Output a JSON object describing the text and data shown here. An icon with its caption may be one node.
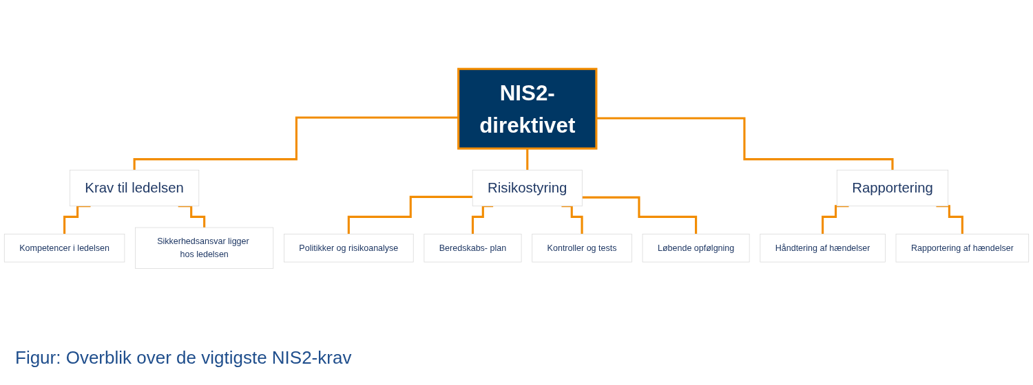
{
  "diagram": {
    "nodes": [
      {
        "text": [
          "NIS2-direktivet"
        ]
      },
      {
        "text": [
          "Krav til ledelsen"
        ]
      },
      {
        "text": [
          "Risikostyring"
        ]
      },
      {
        "text": [
          "Rapportering"
        ]
      },
      {
        "text": [
          "Kompetencer i ledelsen"
        ]
      },
      {
        "text": [
          "Sikkerhedsansvar ligger hos ledelsen"
        ]
      },
      {
        "text": [
          "Politikker og risikoanalyse"
        ]
      },
      {
        "text": [
          "Beredskabs- plan"
        ]
      },
      {
        "text": [
          "Kontroller og tests"
        ]
      },
      {
        "text": [
          "Løbende opfølgning"
        ]
      },
      {
        "text": [
          "Håndtering af hændelser"
        ]
      },
      {
        "text": [
          "Rapportering af hændelser"
        ]
      }
    ],
    "edges": [
      {
        "from": 0,
        "to": 1,
        "arrow": "none"
      },
      {
        "from": 0,
        "to": 2,
        "arrow": "none"
      },
      {
        "from": 0,
        "to": 3,
        "arrow": "none"
      },
      {
        "from": 1,
        "to": 4,
        "arrow": "none"
      },
      {
        "from": 1,
        "to": 5,
        "arrow": "none"
      },
      {
        "from": 2,
        "to": 6,
        "arrow": "none"
      },
      {
        "from": 2,
        "to": 7,
        "arrow": "none"
      },
      {
        "from": 2,
        "to": 8,
        "arrow": "none"
      },
      {
        "from": 2,
        "to": 9,
        "arrow": "none"
      },
      {
        "from": 3,
        "to": 10,
        "arrow": "none"
      },
      {
        "from": 3,
        "to": 11,
        "arrow": "none"
      }
    ],
    "caption": "Figur: Overblik over de vigtigste NIS2-krav"
  }
}
